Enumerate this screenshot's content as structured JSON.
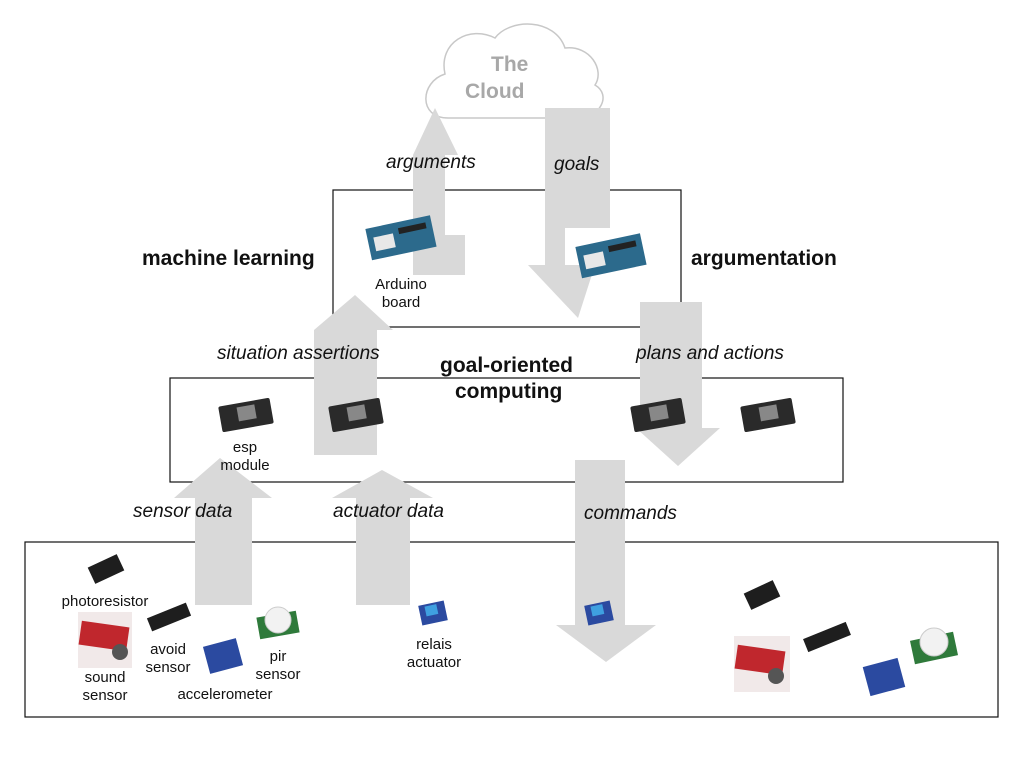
{
  "cloud": {
    "line1": "The",
    "line2": "Cloud"
  },
  "arrows": {
    "arguments": "arguments",
    "goals": "goals",
    "situation_assertions": "situation assertions",
    "plans_and_actions": "plans and actions",
    "sensor_data": "sensor data",
    "actuator_data": "actuator data",
    "commands": "commands"
  },
  "processes": {
    "machine_learning": "machine learning",
    "argumentation": "argumentation",
    "goal_oriented_line1": "goal-oriented",
    "goal_oriented_line2": "computing"
  },
  "devices": {
    "arduino_line1": "Arduino",
    "arduino_line2": "board",
    "esp_line1": "esp",
    "esp_line2": "module",
    "photoresistor": "photoresistor",
    "avoid_line1": "avoid",
    "avoid_line2": "sensor",
    "pir_line1": "pir",
    "pir_line2": "sensor",
    "sound_line1": "sound",
    "sound_line2": "sensor",
    "accelerometer": "accelerometer",
    "relais_line1": "relais",
    "relais_line2": "actuator"
  }
}
